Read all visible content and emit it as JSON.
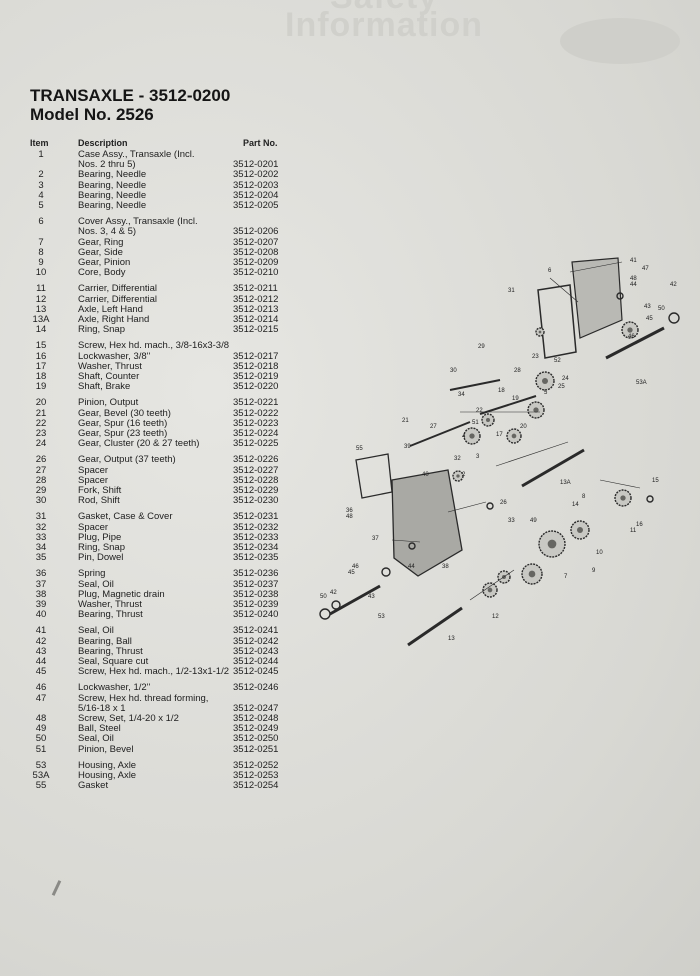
{
  "ghost": {
    "line1": "Safety",
    "line2": "Information"
  },
  "header": {
    "line1": "TRANSAXLE - 3512-0200",
    "line2": "Model No. 2526"
  },
  "columns": {
    "item": "Item",
    "description": "Description",
    "part": "Part No."
  },
  "rows": [
    {
      "item": "1",
      "desc": "Case Assy., Transaxle (Incl.",
      "part": ""
    },
    {
      "item": "",
      "desc": "Nos. 2 thru 5)",
      "part": "3512-0201"
    },
    {
      "item": "2",
      "desc": "Bearing, Needle",
      "part": "3512-0202"
    },
    {
      "item": "3",
      "desc": "Bearing, Needle",
      "part": "3512-0203"
    },
    {
      "item": "4",
      "desc": "Bearing, Needle",
      "part": "3512-0204"
    },
    {
      "item": "5",
      "desc": "Bearing, Needle",
      "part": "3512-0205"
    },
    {
      "item": "6",
      "desc": "Cover Assy., Transaxle (Incl.",
      "part": ""
    },
    {
      "item": "",
      "desc": "Nos. 3, 4 & 5)",
      "part": "3512-0206"
    },
    {
      "item": "7",
      "desc": "Gear, Ring",
      "part": "3512-0207"
    },
    {
      "item": "8",
      "desc": "Gear, Side",
      "part": "3512-0208"
    },
    {
      "item": "9",
      "desc": "Gear, Pinion",
      "part": "3512-0209"
    },
    {
      "item": "10",
      "desc": "Core, Body",
      "part": "3512-0210"
    },
    {
      "item": "11",
      "desc": "Carrier, Differential",
      "part": "3512-0211"
    },
    {
      "item": "12",
      "desc": "Carrier, Differential",
      "part": "3512-0212"
    },
    {
      "item": "13",
      "desc": "Axle, Left Hand",
      "part": "3512-0213"
    },
    {
      "item": "13A",
      "desc": "Axle, Right Hand",
      "part": "3512-0214"
    },
    {
      "item": "14",
      "desc": "Ring, Snap",
      "part": "3512-0215"
    },
    {
      "item": "15",
      "desc": "Screw, Hex hd. mach., 3/8-16x3-3/8",
      "part": ""
    },
    {
      "item": "16",
      "desc": "Lockwasher, 3/8''",
      "part": "3512-0217"
    },
    {
      "item": "17",
      "desc": "Washer, Thrust",
      "part": "3512-0218"
    },
    {
      "item": "18",
      "desc": "Shaft, Counter",
      "part": "3512-0219"
    },
    {
      "item": "19",
      "desc": "Shaft, Brake",
      "part": "3512-0220"
    },
    {
      "item": "20",
      "desc": "Pinion, Output",
      "part": "3512-0221"
    },
    {
      "item": "21",
      "desc": "Gear, Bevel (30 teeth)",
      "part": "3512-0222"
    },
    {
      "item": "22",
      "desc": "Gear, Spur (16 teeth)",
      "part": "3512-0223"
    },
    {
      "item": "23",
      "desc": "Gear, Spur (23 teeth)",
      "part": "3512-0224"
    },
    {
      "item": "24",
      "desc": "Gear, Cluster (20 & 27 teeth)",
      "part": "3512-0225"
    },
    {
      "item": "26",
      "desc": "Gear, Output (37 teeth)",
      "part": "3512-0226"
    },
    {
      "item": "27",
      "desc": "Spacer",
      "part": "3512-0227"
    },
    {
      "item": "28",
      "desc": "Spacer",
      "part": "3512-0228"
    },
    {
      "item": "29",
      "desc": "Fork, Shift",
      "part": "3512-0229"
    },
    {
      "item": "30",
      "desc": "Rod, Shift",
      "part": "3512-0230"
    },
    {
      "item": "31",
      "desc": "Gasket, Case & Cover",
      "part": "3512-0231"
    },
    {
      "item": "32",
      "desc": "Spacer",
      "part": "3512-0232"
    },
    {
      "item": "33",
      "desc": "Plug, Pipe",
      "part": "3512-0233"
    },
    {
      "item": "34",
      "desc": "Ring, Snap",
      "part": "3512-0234"
    },
    {
      "item": "35",
      "desc": "Pin, Dowel",
      "part": "3512-0235"
    },
    {
      "item": "36",
      "desc": "Spring",
      "part": "3512-0236"
    },
    {
      "item": "37",
      "desc": "Seal, Oil",
      "part": "3512-0237"
    },
    {
      "item": "38",
      "desc": "Plug, Magnetic drain",
      "part": "3512-0238"
    },
    {
      "item": "39",
      "desc": "Washer, Thrust",
      "part": "3512-0239"
    },
    {
      "item": "40",
      "desc": "Bearing, Thrust",
      "part": "3512-0240"
    },
    {
      "item": "41",
      "desc": "Seal, Oil",
      "part": "3512-0241"
    },
    {
      "item": "42",
      "desc": "Bearing, Ball",
      "part": "3512-0242"
    },
    {
      "item": "43",
      "desc": "Bearing, Thrust",
      "part": "3512-0243"
    },
    {
      "item": "44",
      "desc": "Seal, Square cut",
      "part": "3512-0244"
    },
    {
      "item": "45",
      "desc": "Screw, Hex hd. mach., 1/2-13x1-1/2",
      "part": "3512-0245"
    },
    {
      "item": "46",
      "desc": "Lockwasher, 1/2''",
      "part": "3512-0246"
    },
    {
      "item": "47",
      "desc": "Screw, Hex hd. thread forming,",
      "part": ""
    },
    {
      "item": "",
      "desc": "5/16-18 x 1",
      "part": "3512-0247"
    },
    {
      "item": "48",
      "desc": "Screw, Set, 1/4-20 x 1/2",
      "part": "3512-0248"
    },
    {
      "item": "49",
      "desc": "Ball, Steel",
      "part": "3512-0249"
    },
    {
      "item": "50",
      "desc": "Seal, Oil",
      "part": "3512-0250"
    },
    {
      "item": "51",
      "desc": "Pinion, Bevel",
      "part": "3512-0251"
    },
    {
      "item": "53",
      "desc": "Housing, Axle",
      "part": "3512-0252"
    },
    {
      "item": "53A",
      "desc": "Housing, Axle",
      "part": "3512-0253"
    },
    {
      "item": "55",
      "desc": "Gasket",
      "part": "3512-0254"
    }
  ],
  "diagram_labels": [
    "6",
    "41",
    "47",
    "31",
    "48",
    "44",
    "43",
    "45",
    "46",
    "50",
    "42",
    "53A",
    "29",
    "30",
    "23",
    "28",
    "25",
    "18",
    "34",
    "19",
    "24",
    "5",
    "52",
    "21",
    "22",
    "51",
    "27",
    "4",
    "39",
    "40",
    "20",
    "17",
    "32",
    "55",
    "2",
    "13A",
    "26",
    "3",
    "33",
    "14",
    "8",
    "11",
    "16",
    "15",
    "49",
    "36",
    "48",
    "37",
    "44",
    "10",
    "45",
    "43",
    "53",
    "9",
    "7",
    "50",
    "42",
    "13",
    "12",
    "38",
    "46"
  ]
}
